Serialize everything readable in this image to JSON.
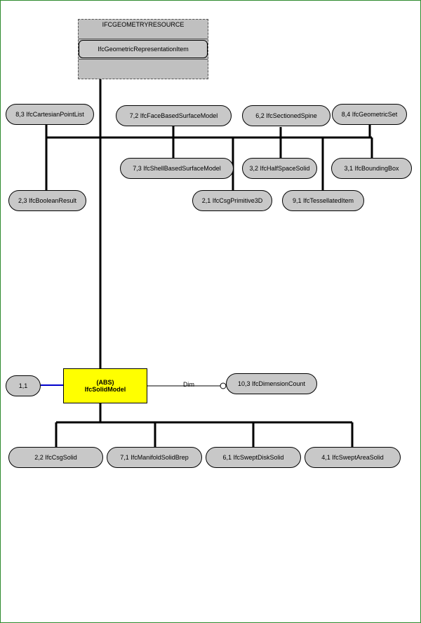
{
  "resource": {
    "title": "IFCGEOMETRYRESOURCE",
    "item": "IfcGeometricRepresentationItem"
  },
  "main_entity": {
    "abstract_tag": "(ABS)",
    "name": "IfcSolidModel"
  },
  "left_ref": "1,1",
  "dim_label": "Dim",
  "dim_target": "10,3 IfcDimensionCount",
  "siblings": [
    "8,3 IfcCartesianPointList",
    "7,2 IfcFaceBasedSurfaceModel",
    "6,2 IfcSectionedSpine",
    "8,4 IfcGeometricSet",
    "7,3 IfcShellBasedSurfaceModel",
    "3,2 IfcHalfSpaceSolid",
    "3,1 IfcBoundingBox",
    "2,3 IfcBooleanResult",
    "2,1 IfcCsgPrimitive3D",
    "9,1 IfcTessellatedItem"
  ],
  "subtypes": [
    "2,2 IfcCsgSolid",
    "7,1 IfcManifoldSolidBrep",
    "6,1 IfcSweptDiskSolid",
    "4,1 IfcSweptAreaSolid"
  ],
  "colors": {
    "frame": "#2e8b2e",
    "highlight": "#ffff00",
    "node_fill": "#c8c8c8",
    "link_blue": "#0000cc"
  }
}
